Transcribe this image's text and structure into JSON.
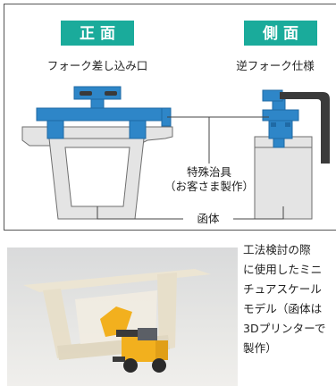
{
  "diagram": {
    "front_title": "正 面",
    "side_title": "側 面",
    "fork_slot_label": "フォーク差し込み口",
    "reverse_fork_label": "逆フォーク仕様",
    "jig_label_line1": "特殊治具",
    "jig_label_line2": "（お客さま製作）",
    "box_girder_label": "函体",
    "colors": {
      "title_badge": "#1aab9b",
      "jig_blue": "#2e86c8",
      "jig_blue_dark": "#1f6aa5",
      "fork_dark": "#3a3a3a",
      "concrete": "#e4e4e4",
      "concrete_edge": "#6e6e6e"
    }
  },
  "caption": {
    "lines": [
      "工法検討の際",
      "に使用したミニ",
      "チュアスケール",
      "モデル（函体は",
      "3Dプリンターで",
      "製作）"
    ]
  }
}
